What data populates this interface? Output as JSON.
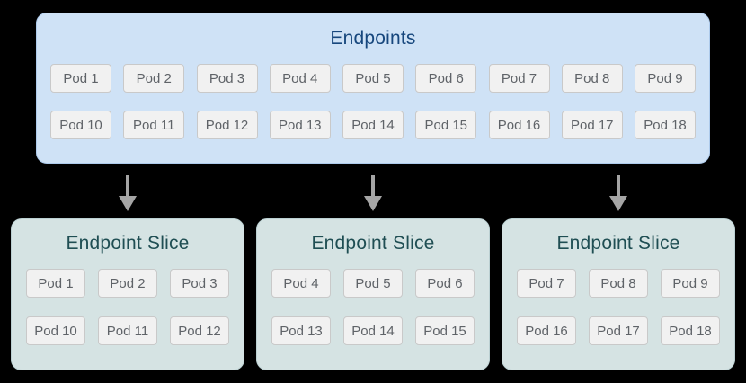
{
  "endpoints": {
    "title": "Endpoints",
    "rows": [
      [
        "Pod 1",
        "Pod 2",
        "Pod 3",
        "Pod 4",
        "Pod 5",
        "Pod 6",
        "Pod 7",
        "Pod 8",
        "Pod 9"
      ],
      [
        "Pod 10",
        "Pod 11",
        "Pod 12",
        "Pod 13",
        "Pod 14",
        "Pod 15",
        "Pod 16",
        "Pod 17",
        "Pod 18"
      ]
    ]
  },
  "slices": [
    {
      "title": "Endpoint Slice",
      "rows": [
        [
          "Pod 1",
          "Pod 2",
          "Pod 3"
        ],
        [
          "Pod 10",
          "Pod 11",
          "Pod 12"
        ]
      ]
    },
    {
      "title": "Endpoint Slice",
      "rows": [
        [
          "Pod 4",
          "Pod 5",
          "Pod 6"
        ],
        [
          "Pod 13",
          "Pod 14",
          "Pod 15"
        ]
      ]
    },
    {
      "title": "Endpoint Slice",
      "rows": [
        [
          "Pod 7",
          "Pod 8",
          "Pod 9"
        ],
        [
          "Pod 16",
          "Pod 17",
          "Pod 18"
        ]
      ]
    }
  ],
  "icons": {
    "arrows": [
      "down-arrow-icon",
      "down-arrow-icon",
      "down-arrow-icon"
    ]
  },
  "colors": {
    "background": "#000000",
    "endpoints_bg": "#cfe2f6",
    "endpoints_border": "#aecbec",
    "endpoints_title": "#17477d",
    "slice_bg": "#d5e3e3",
    "slice_border": "#bbd0d2",
    "slice_title": "#1f4e53",
    "pod_bg": "#f1f1f1",
    "pod_border": "#c9c9c9",
    "pod_text": "#5f6368",
    "arrow": "#a5a5a5"
  }
}
